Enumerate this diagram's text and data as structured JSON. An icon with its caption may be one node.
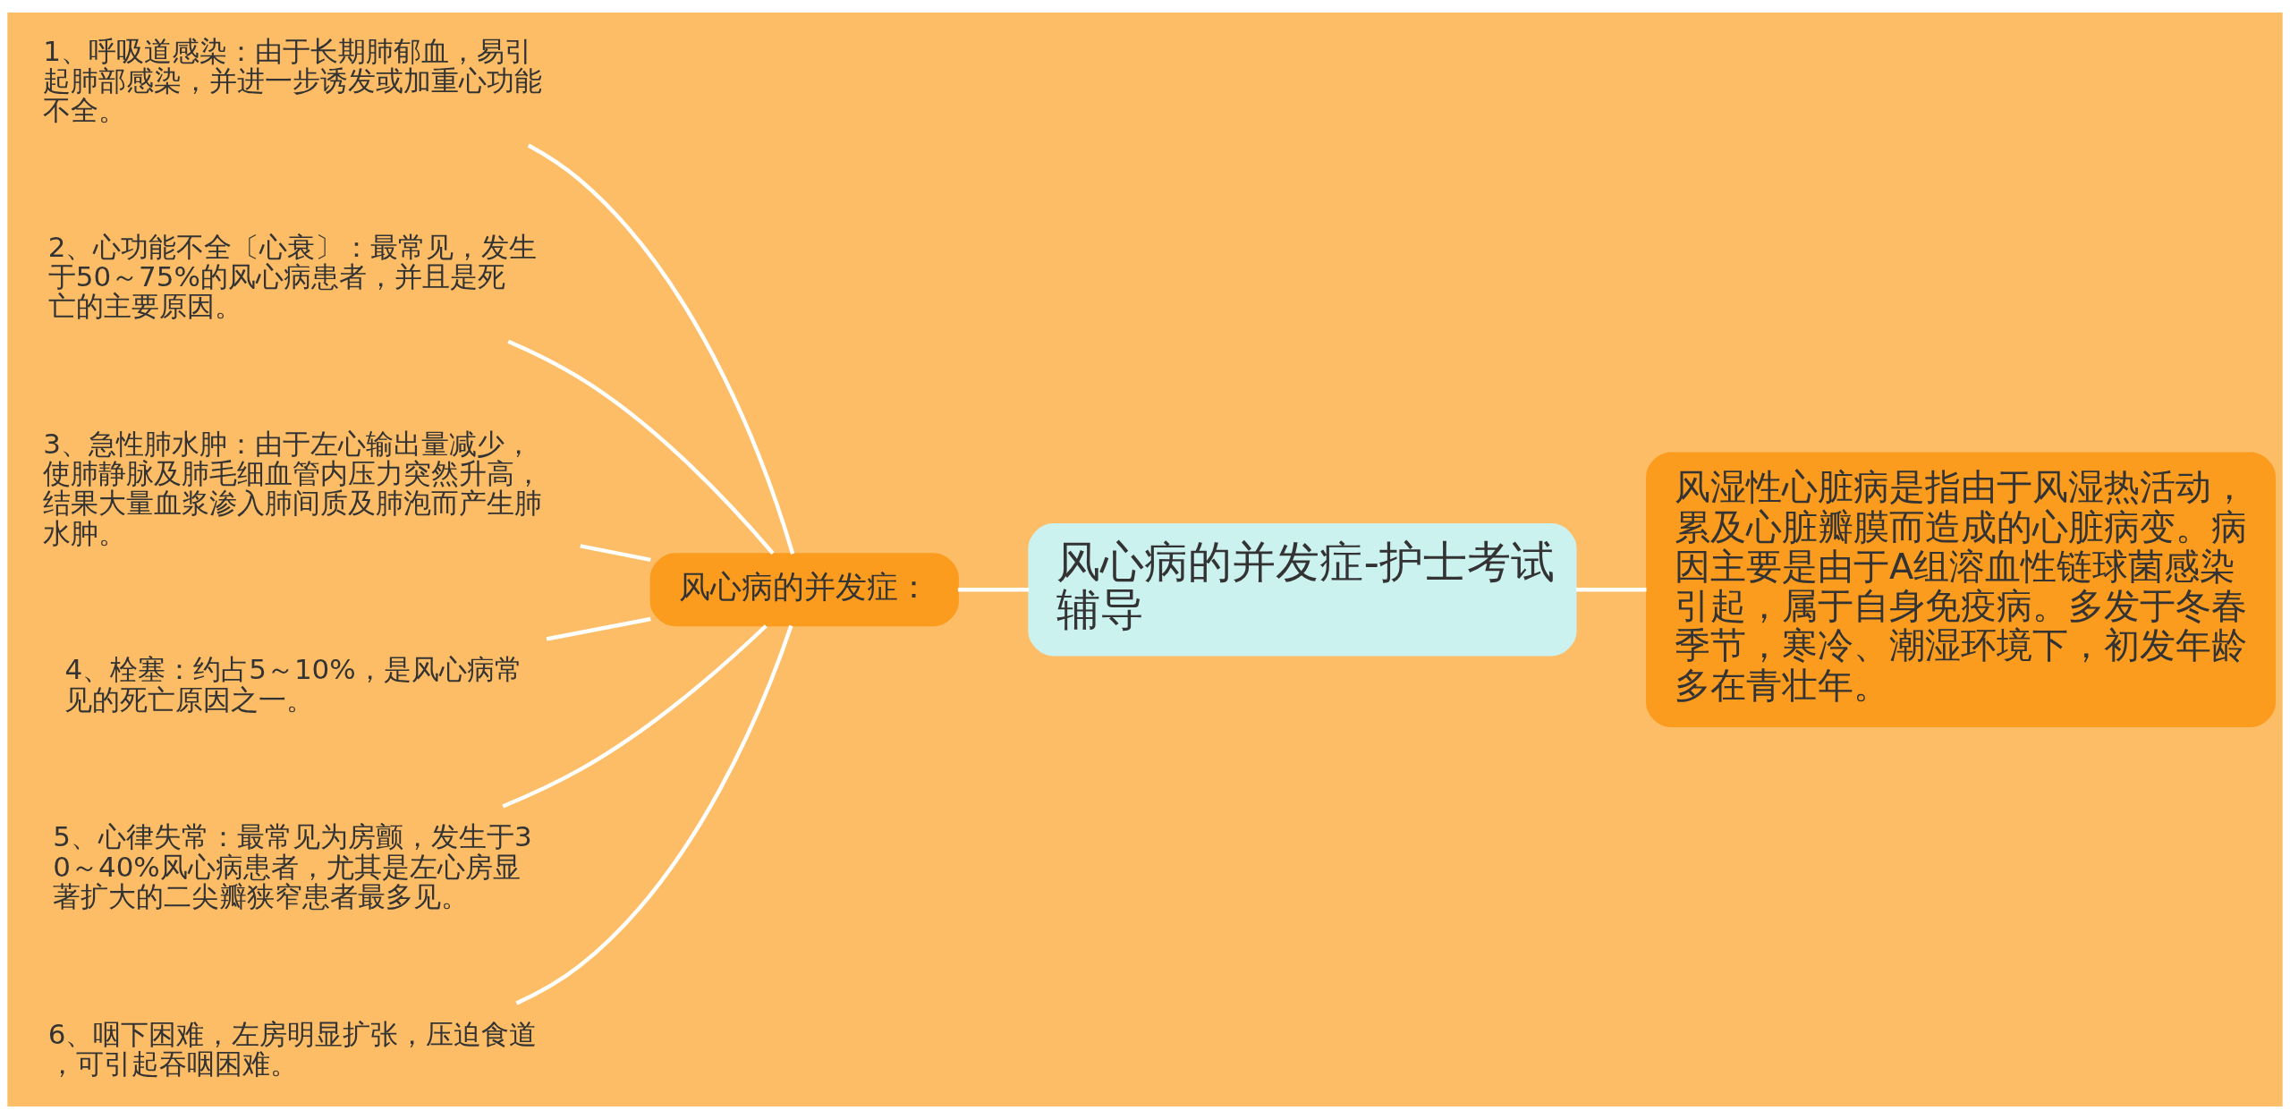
{
  "diagram": {
    "nodes": [
      {
        "text": [
          "风心病的并发症-护士考试辅导"
        ]
      },
      {
        "text": [
          "风湿性心脏病是指由于风湿热活动，累及心脏瓣膜而造成的心脏病变。病因主要是由于A组溶血性链球菌感染引起，属于自身免疫病。多发于冬春季节，寒冷、潮湿环境下，初发年龄多在青壮年。"
        ]
      },
      {
        "text": [
          "风心病的并发症："
        ]
      },
      {
        "text": [
          "1、呼吸道感染：由于长期肺郁血，易引起肺部感染，并进一步诱发或加重心功能不全。"
        ]
      },
      {
        "text": [
          "2、心功能不全〔心衰〕：最常见，发生于50～75%的风心病患者，并且是死亡的主要原因。"
        ]
      },
      {
        "text": [
          "3、急性肺水肿：由于左心输出量减少，使肺静脉及肺毛细血管内压力突然升高，结果大量血浆渗入肺间质及肺泡而产生肺水肿。"
        ]
      },
      {
        "text": [
          "4、栓塞：约占5～10%，是风心病常见的死亡原因之一。"
        ]
      },
      {
        "text": [
          "5、心律失常：最常见为房颤，发生于30～40%风心病患者，尤其是左心房显著扩大的二尖瓣狭窄患者最多见。"
        ]
      },
      {
        "text": [
          "6、咽下困难，左房明显扩张，压迫食道，可引起吞咽困难。"
        ]
      }
    ],
    "edges": [
      {
        "from": 0,
        "to": 1,
        "arrow": "none"
      },
      {
        "from": 0,
        "to": 2,
        "arrow": "none"
      },
      {
        "from": 2,
        "to": 3,
        "arrow": "none"
      },
      {
        "from": 2,
        "to": 4,
        "arrow": "none"
      },
      {
        "from": 2,
        "to": 5,
        "arrow": "none"
      },
      {
        "from": 2,
        "to": 6,
        "arrow": "none"
      },
      {
        "from": 2,
        "to": 7,
        "arrow": "none"
      },
      {
        "from": 2,
        "to": 8,
        "arrow": "none"
      }
    ]
  }
}
